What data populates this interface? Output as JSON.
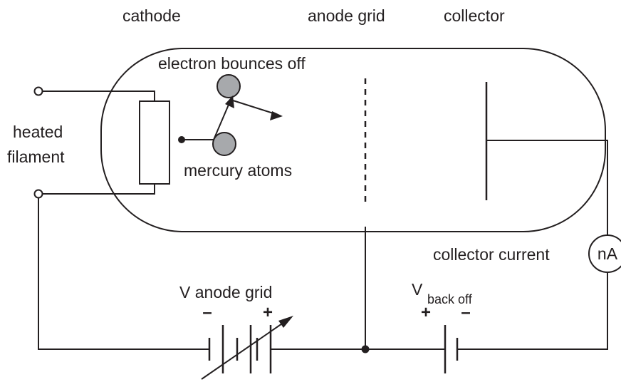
{
  "labels": {
    "cathode": "cathode",
    "anode_grid": "anode grid",
    "collector": "collector",
    "electron_bounces_off": "electron bounces off",
    "heated": "heated",
    "filament": "filament",
    "mercury_atoms": "mercury atoms",
    "collector_current": "collector current",
    "ammeter": "nA",
    "v_anode_grid": "V anode grid",
    "v_back_off_v": "V",
    "v_back_off_sub": "back off"
  },
  "polarity": {
    "anode_minus": "–",
    "anode_plus": "+",
    "backoff_plus": "+",
    "backoff_minus": "–"
  },
  "colors": {
    "line": "#231f20",
    "atom_fill": "#a7a9ac",
    "background": "#ffffff"
  },
  "icons": {
    "ammeter": "ammeter-icon",
    "anode_supply": "variable-battery-icon",
    "backoff_supply": "battery-icon"
  }
}
